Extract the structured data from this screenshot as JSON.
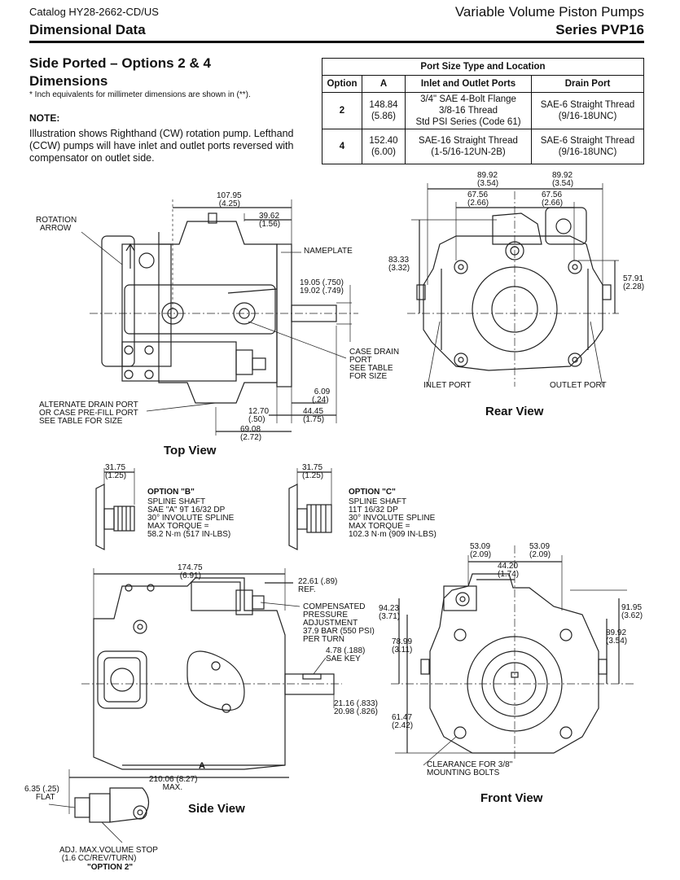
{
  "header": {
    "catalog": "Catalog HY28-2662-CD/US",
    "section": "Dimensional Data",
    "product": "Variable Volume Piston Pumps",
    "series": "Series PVP16"
  },
  "intro": {
    "title_line1": "Side Ported – Options 2 & 4",
    "title_line2": "Dimensions",
    "footnote": "* Inch equivalents for millimeter dimensions are shown in (**).",
    "note_heading": "NOTE:",
    "note_text": "Illustration shows Righthand (CW) rotation pump. Lefthand (CCW) pumps will have inlet and outlet ports reversed with compensator on outlet side."
  },
  "port_table": {
    "title": "Port Size Type and Location",
    "headers": [
      "Option",
      "A",
      "Inlet and Outlet Ports",
      "Drain Port"
    ],
    "rows": [
      {
        "option": "2",
        "a_mm": "148.84",
        "a_in": "(5.86)",
        "inlet_1": "3/4\" SAE 4-Bolt Flange",
        "inlet_2": "3/8-16 Thread",
        "inlet_3": "Std PSI Series (Code 61)",
        "drain_1": "SAE-6 Straight Thread",
        "drain_2": "(9/16-18UNC)"
      },
      {
        "option": "4",
        "a_mm": "152.40",
        "a_in": "(6.00)",
        "inlet_1": "SAE-16 Straight Thread",
        "inlet_2": "(1-5/16-12UN-2B)",
        "inlet_3": "",
        "drain_1": "SAE-6 Straight Thread",
        "drain_2": "(9/16-18UNC)"
      }
    ]
  },
  "top_view": {
    "title": "Top View",
    "rotation_arrow": "ROTATION\n  ARROW",
    "nameplate": "NAMEPLATE",
    "dim_10795": "107.95\n (4.25)",
    "dim_3962": "39.62\n(1.56)",
    "dim_shaft": "19.05 (.750)\n19.02 (.749)",
    "case_drain": "CASE DRAIN\nPORT\nSEE TABLE\nFOR SIZE",
    "alt_drain": "ALTERNATE DRAIN PORT\nOR CASE PRE-FILL PORT\nSEE TABLE FOR SIZE",
    "dim_609": " 6.09\n(.24)",
    "dim_1270": "12.70\n(.50)",
    "dim_4445": "44.45\n(1.75)",
    "dim_6908": "69.08\n(2.72)"
  },
  "rear_view": {
    "title": "Rear View",
    "dim_8992a": "89.92\n(3.54)",
    "dim_8992b": "89.92\n(3.54)",
    "dim_6756a": "67.56\n(2.66)",
    "dim_6756b": "67.56\n(2.66)",
    "dim_8333": "83.33\n(3.32)",
    "dim_5791": "57.91\n(2.28)",
    "inlet_port": "INLET PORT",
    "outlet_port": "OUTLET PORT"
  },
  "options": {
    "b_dim": "31.75\n(1.25)",
    "b_title": "OPTION \"B\"",
    "b_text": "SPLINE SHAFT\nSAE \"A\" 9T 16/32 DP\n30° INVOLUTE SPLINE\nMAX TORQUE =\n58.2 N·m (517 IN-LBS)",
    "c_dim": "31.75\n(1.25)",
    "c_title": "OPTION \"C\"",
    "c_text": "SPLINE SHAFT\n11T 16/32 DP\n30° INVOLUTE SPLINE\nMAX TORQUE =\n102.3 N·m (909 IN-LBS)"
  },
  "side_view": {
    "title": "Side View",
    "dim_17475": "174.75\n (6.91)",
    "dim_2261": "22.61 (.89)\nREF.",
    "compensated": "COMPENSATED\nPRESSURE\nADJUSTMENT\n37.9 BAR (550 PSI)\nPER TURN",
    "sae_key": "4.78 (.188)\nSAE KEY",
    "dim_2116": "21.16 (.833)\n20.98 (.826)",
    "a_label": "A",
    "dim_21006": "210.06 (8.27)\n      MAX.",
    "flat": "6.35 (.25)\n     FLAT",
    "adj_stop": "ADJ. MAX.VOLUME STOP\n (1.6 CC/REV/TURN)",
    "option2": "\"OPTION 2\""
  },
  "front_view": {
    "title": "Front View",
    "dim_5309a": "53.09\n(2.09)",
    "dim_5309b": "53.09\n(2.09)",
    "dim_4420": "44.20\n(1.74)",
    "dim_9423": "94.23\n(3.71)",
    "dim_7899": "78.99\n(3.11)",
    "dim_6147": "61.47\n(2.42)",
    "dim_9195": "91.95\n(3.62)",
    "dim_8992": "89.92\n(3.54)",
    "clearance": "CLEARANCE FOR 3/8\"\nMOUNTING BOLTS"
  }
}
